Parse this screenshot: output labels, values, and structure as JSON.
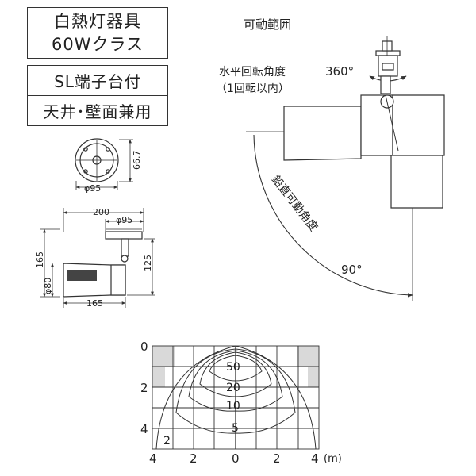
{
  "product": {
    "name": "白熱灯器具",
    "class_label": "60Wクラス",
    "terminal": "SL端子台付",
    "mounting": "天井･壁面兼用"
  },
  "range_of_motion": {
    "title": "可動範囲",
    "horizontal_label": "水平回転角度",
    "horizontal_angle": "360°",
    "horizontal_note": "（1回転以内）",
    "vertical_label": "鉛直可動角度",
    "vertical_angle": "90°"
  },
  "dimensions": {
    "base_depth": "66.7",
    "base_diameter": "φ95",
    "total_width": "200",
    "mount_diameter": "φ95",
    "total_height": "165",
    "arm_height": "125",
    "head_diameter": "φ80",
    "head_length": "165"
  },
  "light_distribution": {
    "y_ticks": [
      "0",
      "2",
      "4"
    ],
    "x_ticks": [
      "4",
      "2",
      "0",
      "2",
      "4"
    ],
    "x_unit": "(m)",
    "contours": [
      "50",
      "20",
      "10",
      "5",
      "2"
    ]
  }
}
